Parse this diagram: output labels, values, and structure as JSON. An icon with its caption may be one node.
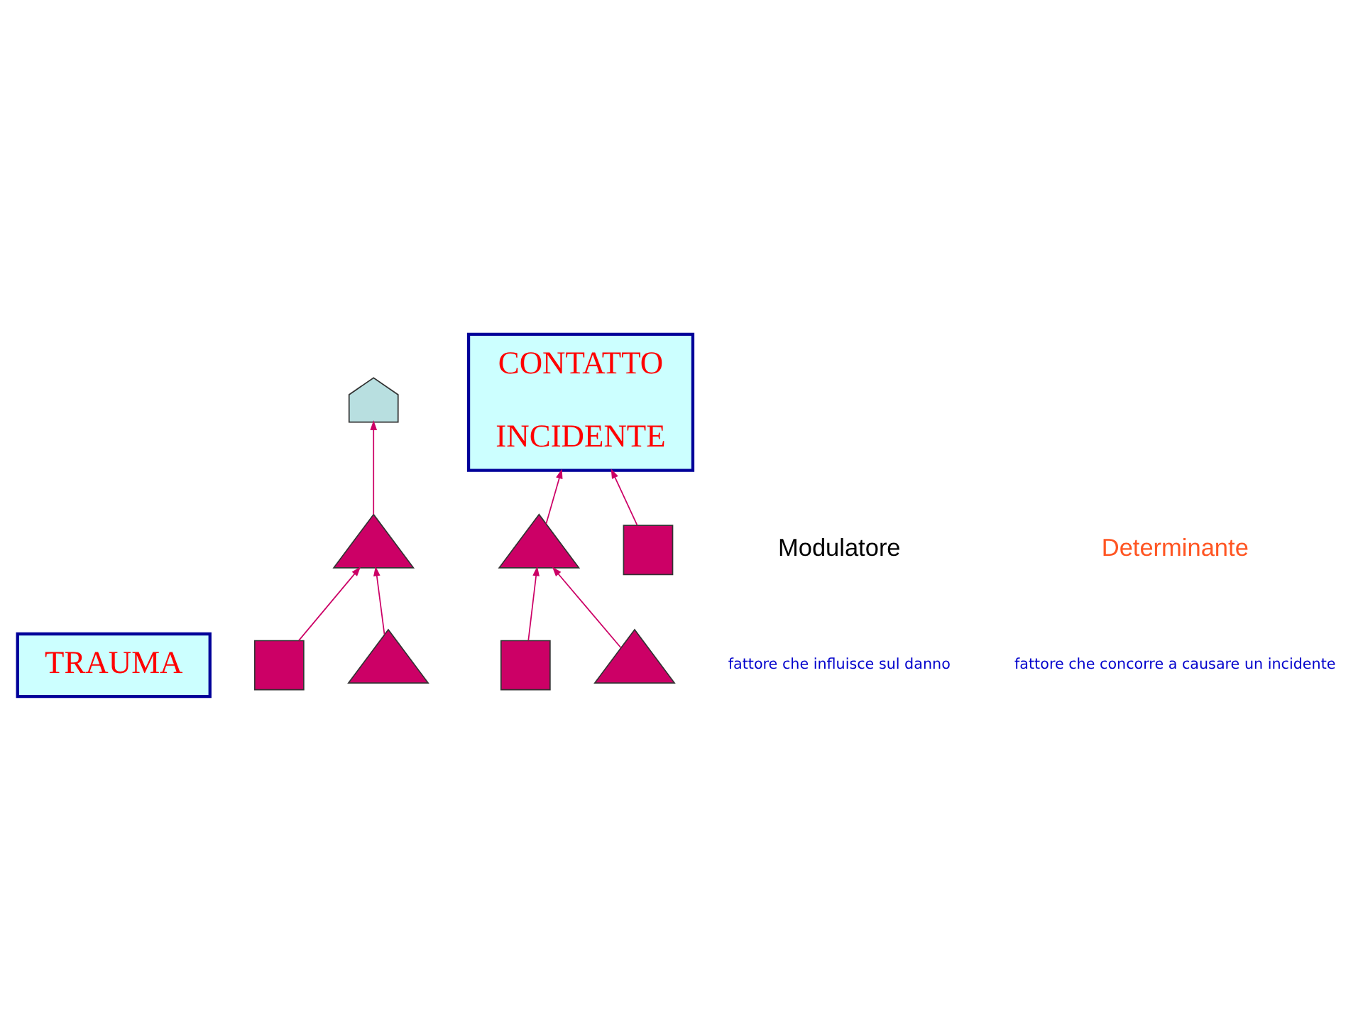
{
  "diagram": {
    "nodes": [
      {
        "text": [
          "TRAUMA"
        ]
      },
      {
        "text": [],
        "shape": "box"
      },
      {
        "text": [],
        "shape": "arrow"
      },
      {
        "text": [],
        "shape": "triangle"
      },
      {
        "text": [],
        "shape": "triangle"
      },
      {
        "text": [
          "CONTATTO",
          "INCIDENTE"
        ]
      },
      {
        "text": [],
        "shape": "triangle"
      },
      {
        "text": [],
        "shape": "box"
      },
      {
        "text": [],
        "shape": "box"
      },
      {
        "text": [],
        "shape": "triangle"
      }
    ],
    "edges": [
      {
        "from": 1,
        "to": 3,
        "arrow": "to"
      },
      {
        "from": 4,
        "to": 3,
        "arrow": "to"
      },
      {
        "from": 3,
        "to": 2,
        "arrow": "to"
      },
      {
        "from": 6,
        "to": 5,
        "arrow": "to"
      },
      {
        "from": 7,
        "to": 5,
        "arrow": "to"
      },
      {
        "from": 8,
        "to": 6,
        "arrow": "to"
      },
      {
        "from": 9,
        "to": 6,
        "arrow": "to"
      }
    ],
    "labels": [
      "Modulatore",
      "fattore che influisce sul danno",
      "Determinante",
      "fattore che concorre a causare un incidente"
    ]
  }
}
